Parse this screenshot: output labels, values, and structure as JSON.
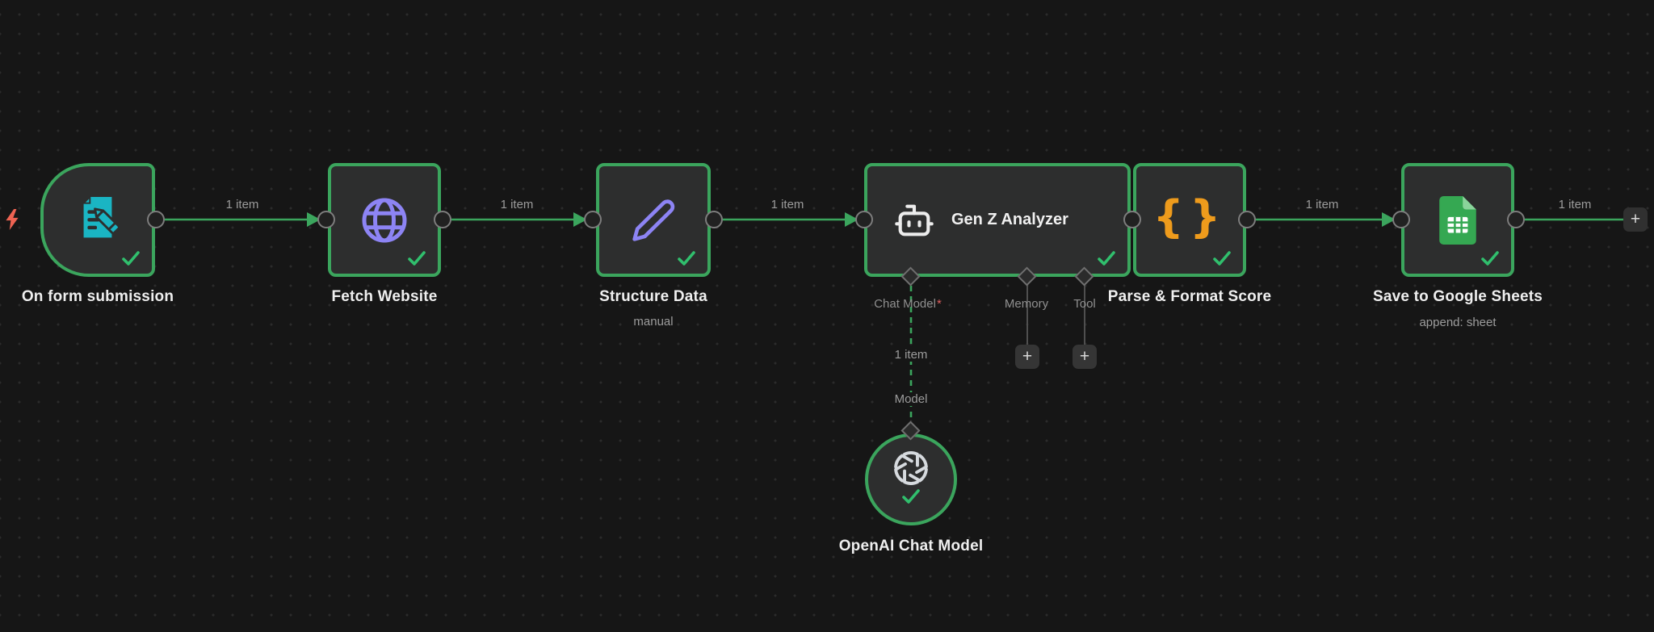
{
  "canvas": {
    "background_color": "#161616",
    "accent_green": "#3ba55d",
    "check_green": "#30bf6d",
    "muted_text": "#9c9c9c"
  },
  "trigger_indicator": {
    "icon": "lightning-bolt-icon",
    "color": "#ee6352"
  },
  "nodes": [
    {
      "title": "On form submission",
      "icon": "form-pencil-icon",
      "icon_color": "#1ab5c3",
      "status": "success",
      "shape": "trigger"
    },
    {
      "title": "Fetch Website",
      "icon": "globe-icon",
      "icon_color": "#8d84f4",
      "status": "success",
      "shape": "square"
    },
    {
      "title": "Structure Data",
      "subtitle": "manual",
      "icon": "pencil-icon",
      "icon_color": "#8d84f4",
      "status": "success",
      "shape": "square"
    },
    {
      "title": "Gen Z Analyzer",
      "icon": "bot-icon",
      "icon_color": "#ececec",
      "status": "success",
      "shape": "wide"
    },
    {
      "title": "Parse & Format Score",
      "icon": "curly-braces-icon",
      "icon_brace_open": "{",
      "icon_brace_close": "}",
      "icon_color": "#ee9b1c",
      "status": "success",
      "shape": "square"
    },
    {
      "title": "Save to Google Sheets",
      "subtitle": "append: sheet",
      "icon": "google-sheets-icon",
      "icon_color": "#35a852",
      "status": "success",
      "shape": "square"
    },
    {
      "title": "OpenAI Chat Model",
      "icon": "openai-icon",
      "icon_color": "#d6dade",
      "status": "success",
      "shape": "circle"
    }
  ],
  "edges": {
    "main": [
      {
        "label": "1 item"
      },
      {
        "label": "1 item"
      },
      {
        "label": "1 item"
      },
      {
        "label": "1 item"
      },
      {
        "label": "1 item"
      }
    ],
    "model": {
      "items_label": "1 item",
      "port_label": "Model"
    }
  },
  "sub_ports": {
    "chat_model": {
      "label": "Chat Model",
      "required_mark": "*"
    },
    "memory": {
      "label": "Memory"
    },
    "tool": {
      "label": "Tool"
    }
  },
  "buttons": {
    "add_memory": "+",
    "add_tool": "+",
    "add_next": "+"
  }
}
